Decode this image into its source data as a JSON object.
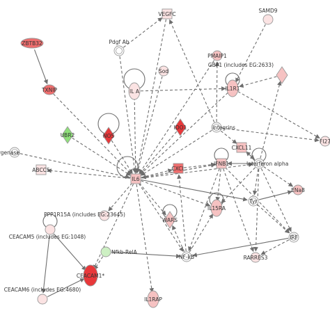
{
  "colors": {
    "deep_red": "#e8383a",
    "red": "#ef6e6e",
    "light_red": "#f6c2c2",
    "pale_red": "#fbe3e3",
    "white": "#ffffff",
    "green": "#8fe07a",
    "pale_green": "#cdf0c3",
    "edge": "#6e6e6e"
  },
  "nodes": [
    {
      "id": "ZBTB32",
      "label": "ZBTB32",
      "shape": "ellipse-wide",
      "fill": "red",
      "labelPos": "center"
    },
    {
      "id": "TXNIP",
      "label": "TXNIP",
      "shape": "ellipse",
      "fill": "red",
      "labelPos": "center"
    },
    {
      "id": "VEGFC",
      "label": "VEGFC",
      "shape": "square",
      "fill": "pale_red",
      "labelPos": "center"
    },
    {
      "id": "SAMD9",
      "label": "SAMD9",
      "shape": "circle",
      "fill": "pale_red",
      "labelPos": "top"
    },
    {
      "id": "PDGFAB",
      "label": "Pdgf Ab",
      "shape": "circle-double",
      "fill": "white",
      "labelPos": "top"
    },
    {
      "id": "PMAIP1",
      "label": "PMAIP1",
      "shape": "circle",
      "fill": "light_red",
      "labelPos": "center"
    },
    {
      "id": "SOD",
      "label": "Sod",
      "shape": "circle",
      "fill": "pale_red",
      "labelPos": "center"
    },
    {
      "id": "IL1R1",
      "label": "IL1R1",
      "shape": "ellipse-vert",
      "fill": "light_red",
      "labelPos": "center"
    },
    {
      "id": "GBP1",
      "label": "GBP1 (includes EG:2633)",
      "shape": "diamond",
      "fill": "light_red",
      "labelPos": "left"
    },
    {
      "id": "ILA",
      "label": "IL A",
      "shape": "ellipse-vert",
      "fill": "pale_red",
      "labelPos": "center"
    },
    {
      "id": "UBR2",
      "label": "UBR2",
      "shape": "diamond",
      "fill": "green",
      "labelPos": "center"
    },
    {
      "id": "NOS",
      "label": "NOS",
      "shape": "diamond",
      "fill": "deep_red",
      "labelPos": "center"
    },
    {
      "id": "IDO1",
      "label": "IDO1",
      "shape": "diamond",
      "fill": "deep_red",
      "labelPos": "center"
    },
    {
      "id": "INTEGRIN",
      "label": "integrins",
      "shape": "circle-double",
      "fill": "white",
      "labelPos": "right"
    },
    {
      "id": "CXCL11",
      "label": "CXCL11",
      "shape": "square",
      "fill": "light_red",
      "labelPos": "center"
    },
    {
      "id": "FI27",
      "label": "FI27",
      "shape": "circle",
      "fill": "pale_red",
      "labelPos": "center"
    },
    {
      "id": "CYCLOOX",
      "label": "Cyclooxygenase",
      "shape": "circle-double",
      "fill": "white",
      "labelPos": "left"
    },
    {
      "id": "ABCC5",
      "label": "ABCC5",
      "shape": "square",
      "fill": "pale_red",
      "labelPos": "center"
    },
    {
      "id": "IL6",
      "label": "IL6",
      "shape": "square",
      "fill": "light_red",
      "labelPos": "center"
    },
    {
      "id": "CXCL",
      "label": "CXCL",
      "shape": "square",
      "fill": "red",
      "labelPos": "center"
    },
    {
      "id": "IFNB1",
      "label": "IFNB1",
      "shape": "square",
      "fill": "light_red",
      "labelPos": "center"
    },
    {
      "id": "IFNALPHA",
      "label": "Interferon alpha",
      "shape": "circle-double",
      "fill": "white",
      "labelPos": "right"
    },
    {
      "id": "PPP1R15A",
      "label": "PPP1R15A (includes EG:23645)",
      "shape": "circle",
      "fill": "pale_red",
      "labelPos": "left"
    },
    {
      "id": "WARS",
      "label": "WARS",
      "shape": "diamond",
      "fill": "light_red",
      "labelPos": "center"
    },
    {
      "id": "IL15RA",
      "label": "IL15RA",
      "shape": "ellipse-vert",
      "fill": "light_red",
      "labelPos": "center"
    },
    {
      "id": "TYR",
      "label": "Tyr",
      "shape": "circle-double",
      "fill": "white",
      "labelPos": "center"
    },
    {
      "id": "ENA8",
      "label": "ENa8",
      "shape": "circle",
      "fill": "light_red",
      "labelPos": "center"
    },
    {
      "id": "CEACAM5",
      "label": "CEACAM5 (includes EG:1048)",
      "shape": "circle",
      "fill": "pale_red",
      "labelPos": "top"
    },
    {
      "id": "NFKBRELA",
      "label": "Nfkb-RelA",
      "shape": "circle",
      "fill": "pale_green",
      "labelPos": "left"
    },
    {
      "id": "IRF",
      "label": "IRF",
      "shape": "circle-double",
      "fill": "white",
      "labelPos": "center"
    },
    {
      "id": "CEACAM1",
      "label": "CEACAM1*",
      "shape": "ellipse-vert-big",
      "fill": "deep_red",
      "labelPos": "center"
    },
    {
      "id": "NFKB",
      "label": "NF-kB",
      "shape": "circle-double",
      "fill": "white",
      "labelPos": "center"
    },
    {
      "id": "RARRES3",
      "label": "RARRES3",
      "shape": "circle",
      "fill": "pale_red",
      "labelPos": "center"
    },
    {
      "id": "CEACAM6",
      "label": "CEACAM6 (includes EG:4680)",
      "shape": "circle",
      "fill": "pale_red",
      "labelPos": "top"
    },
    {
      "id": "IL1RAP",
      "label": "IL1RAP",
      "shape": "ellipse-vert",
      "fill": "light_red",
      "labelPos": "center"
    }
  ],
  "edges": [
    {
      "source": "ZBTB32",
      "target": "TXNIP",
      "style": "solid"
    },
    {
      "source": "TXNIP",
      "target": "IL6",
      "style": "dashed"
    },
    {
      "source": "VEGFC",
      "target": "IL6",
      "style": "dashed"
    },
    {
      "source": "PDGFAB",
      "target": "VEGFC",
      "style": "dashed"
    },
    {
      "source": "PDGFAB",
      "target": "IL6",
      "style": "dashed"
    },
    {
      "source": "PMAIP1",
      "target": "IL6",
      "style": "dashed"
    },
    {
      "source": "SOD",
      "target": "IL6",
      "style": "dashed"
    },
    {
      "source": "SAMD9",
      "target": "IL1R1",
      "style": "dashed"
    },
    {
      "source": "IL1R1",
      "target": "IL6",
      "style": "dashed"
    },
    {
      "source": "IL1R1",
      "target": "FI27",
      "style": "dashed"
    },
    {
      "source": "GBP1",
      "target": "IL1R1",
      "style": "dashed"
    },
    {
      "source": "ILA",
      "target": "IL6",
      "style": "dashed"
    },
    {
      "source": "ILA",
      "target": "IL1R1",
      "style": "dashed"
    },
    {
      "source": "UBR2",
      "target": "IL6",
      "style": "dashed"
    },
    {
      "source": "NOS",
      "target": "IL6",
      "style": "dashed"
    },
    {
      "source": "IDO1",
      "target": "IL6",
      "style": "dashed"
    },
    {
      "source": "INTEGRIN",
      "target": "IL6",
      "style": "dashed"
    },
    {
      "source": "INTEGRIN",
      "target": "PMAIP1",
      "style": "dashed"
    },
    {
      "source": "INTEGRIN",
      "target": "VEGFC",
      "style": "dashed"
    },
    {
      "source": "INTEGRIN",
      "target": "CXCL11",
      "style": "dashed"
    },
    {
      "source": "INTEGRIN",
      "target": "FI27",
      "style": "dashed"
    },
    {
      "source": "CYCLOOX",
      "target": "IL6",
      "style": "dashed"
    },
    {
      "source": "IL6",
      "target": "ABCC5",
      "style": "dashed"
    },
    {
      "source": "IL6",
      "target": "CXCL",
      "style": "dashed"
    },
    {
      "source": "IL6",
      "target": "PPP1R15A",
      "style": "dashed"
    },
    {
      "source": "IL6",
      "target": "WARS",
      "style": "dashed"
    },
    {
      "source": "IL6",
      "target": "IL15RA",
      "style": "dashed"
    },
    {
      "source": "IL6",
      "target": "CEACAM1",
      "style": "dashed"
    },
    {
      "source": "IL6",
      "target": "IL1RAP",
      "style": "dashed"
    },
    {
      "source": "IL6",
      "target": "NFKB",
      "style": "dashed"
    },
    {
      "source": "IL6",
      "target": "IFNB1",
      "style": "dashed"
    },
    {
      "source": "IL6",
      "target": "IFNALPHA",
      "style": "dashed"
    },
    {
      "source": "IL6",
      "target": "TYR",
      "style": "solid"
    },
    {
      "source": "IFNB1",
      "target": "IL6",
      "style": "dashed"
    },
    {
      "source": "IFNALPHA",
      "target": "CXCL11",
      "style": "dashed"
    },
    {
      "source": "IFNALPHA",
      "target": "GBP1",
      "style": "dashed"
    },
    {
      "source": "IFNALPHA",
      "target": "ENA8",
      "style": "dashed"
    },
    {
      "source": "IFNALPHA",
      "target": "IL15RA",
      "style": "dashed"
    },
    {
      "source": "IFNALPHA",
      "target": "RARRES3",
      "style": "dashed"
    },
    {
      "source": "IFNALPHA",
      "target": "TYR",
      "style": "dashed"
    },
    {
      "source": "IFNALPHA",
      "target": "IRF",
      "style": "dashed"
    },
    {
      "source": "IFNALPHA",
      "target": "IFNB1",
      "style": "solid"
    },
    {
      "source": "IFNB1",
      "target": "IL15RA",
      "style": "dashed"
    },
    {
      "source": "IFNB1",
      "target": "NFKB",
      "style": "dashed"
    },
    {
      "source": "IFNB1",
      "target": "RARRES3",
      "style": "dashed"
    },
    {
      "source": "IFNB1",
      "target": "IRF",
      "style": "dashed"
    },
    {
      "source": "TYR",
      "target": "IRF",
      "style": "dashed"
    },
    {
      "source": "TYR",
      "target": "ENA8",
      "style": "solid"
    },
    {
      "source": "IRF",
      "target": "RARRES3",
      "style": "dashed"
    },
    {
      "source": "IRF",
      "target": "NFKB",
      "style": "solid"
    },
    {
      "source": "NFKB",
      "target": "IL15RA",
      "style": "dashed"
    },
    {
      "source": "NFKB",
      "target": "WARS",
      "style": "dashed"
    },
    {
      "source": "NFKB",
      "target": "CXCL",
      "style": "dashed"
    },
    {
      "source": "NFKBRELA",
      "target": "NFKB",
      "style": "solid"
    },
    {
      "source": "NFKBRELA",
      "target": "CEACAM1",
      "style": "dashed"
    },
    {
      "source": "CEACAM5",
      "target": "CEACAM1",
      "style": "solid"
    },
    {
      "source": "CEACAM6",
      "target": "CEACAM1",
      "style": "solid"
    },
    {
      "source": "CEACAM5",
      "target": "CEACAM6",
      "style": "solid"
    },
    {
      "source": "CXCL11",
      "target": "IFNALPHA",
      "style": "dashed"
    },
    {
      "source": "CXCL",
      "target": "IFNB1",
      "style": "dashed"
    }
  ],
  "selfLoops": [
    "ILA",
    "NOS",
    "IL6",
    "WARS",
    "IL15RA",
    "IFNB1",
    "IFNALPHA",
    "CEACAM5",
    "IL1R1"
  ]
}
